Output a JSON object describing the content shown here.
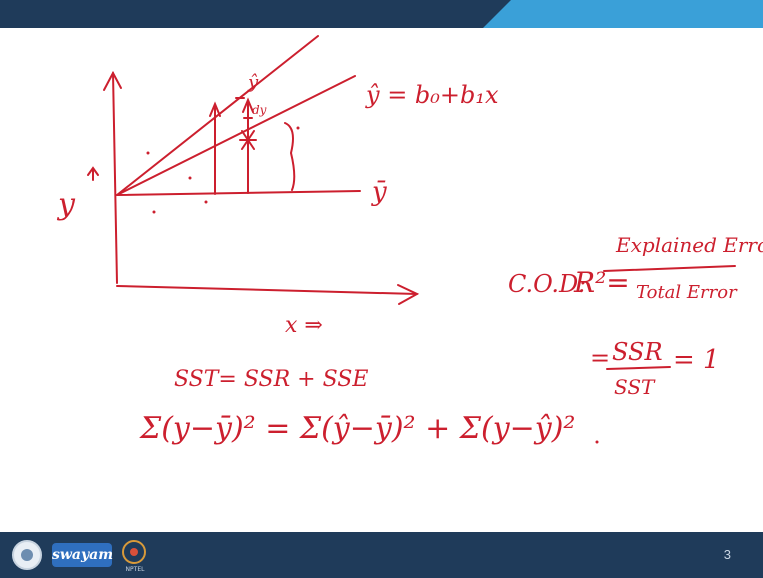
{
  "slide": {
    "page_number": "3",
    "logo_text": "swayam",
    "nptel_text": "NPTEL"
  },
  "notes": {
    "axis_y": "y",
    "axis_x": "x ⇒",
    "yhat_label": "ŷ",
    "dy_label": "dy",
    "regression_eq": "ŷ = b₀+b₁x",
    "ybar_label": "ȳ",
    "cod_label": "C.O.D:",
    "r_squared": "R²=",
    "explained": "Explained Error",
    "total": "Total Error",
    "ratio_line": "=",
    "ssr": "SSR",
    "sst": "SST",
    "equals_one": "= 1",
    "sst_decomp": "SST= SSR + SSE",
    "sum_formula": "Σ(y−ȳ)² = Σ(ŷ−ȳ)² + Σ(y−ŷ)²"
  },
  "colors": {
    "ink": "#cc1f2e",
    "bar": "#1f3b5a",
    "accent": "#3aa0d8"
  }
}
